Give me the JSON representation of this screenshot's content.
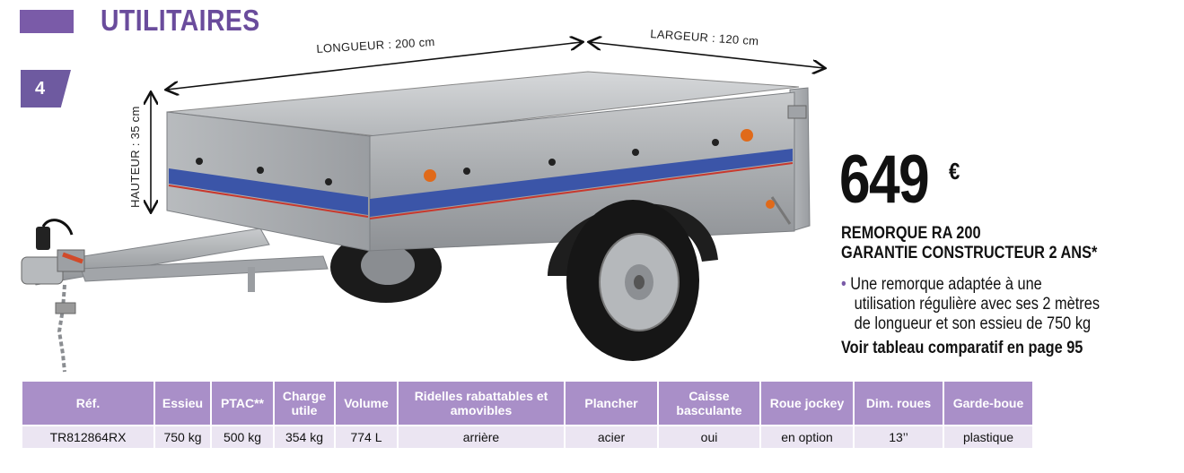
{
  "header": {
    "title": "UTILITAIRES",
    "page_number": "4"
  },
  "dimensions": {
    "length": "LONGUEUR : 200 cm",
    "width": "LARGEUR : 120 cm",
    "height": "HAUTEUR : 35 cm"
  },
  "product": {
    "price": "649",
    "currency": "€",
    "name": "REMORQUE RA 200",
    "warranty": "GARANTIE CONSTRUCTEUR 2 ANS*",
    "description_bullet": "•",
    "description_line1": "Une remorque adaptée à une",
    "description_line2": "utilisation régulière avec ses 2 mètres",
    "description_line3": "de longueur et son essieu de 750 kg",
    "see_also": "Voir tableau comparatif en page 95"
  },
  "table": {
    "headers": [
      "Réf.",
      "Essieu",
      "PTAC**",
      "Charge utile",
      "Volume",
      "Ridelles rabattables et amovibles",
      "Plancher",
      "Caisse basculante",
      "Roue jockey",
      "Dim. roues",
      "Garde-boue"
    ],
    "row": [
      "TR812864RX",
      "750 kg",
      "500 kg",
      "354 kg",
      "774 L",
      "arrière",
      "acier",
      "oui",
      "en option",
      "13’’",
      "plastique"
    ]
  },
  "colors": {
    "accent": "#6a4c9c",
    "table_header": "#a98fc8",
    "table_row": "#ebe5f2"
  }
}
